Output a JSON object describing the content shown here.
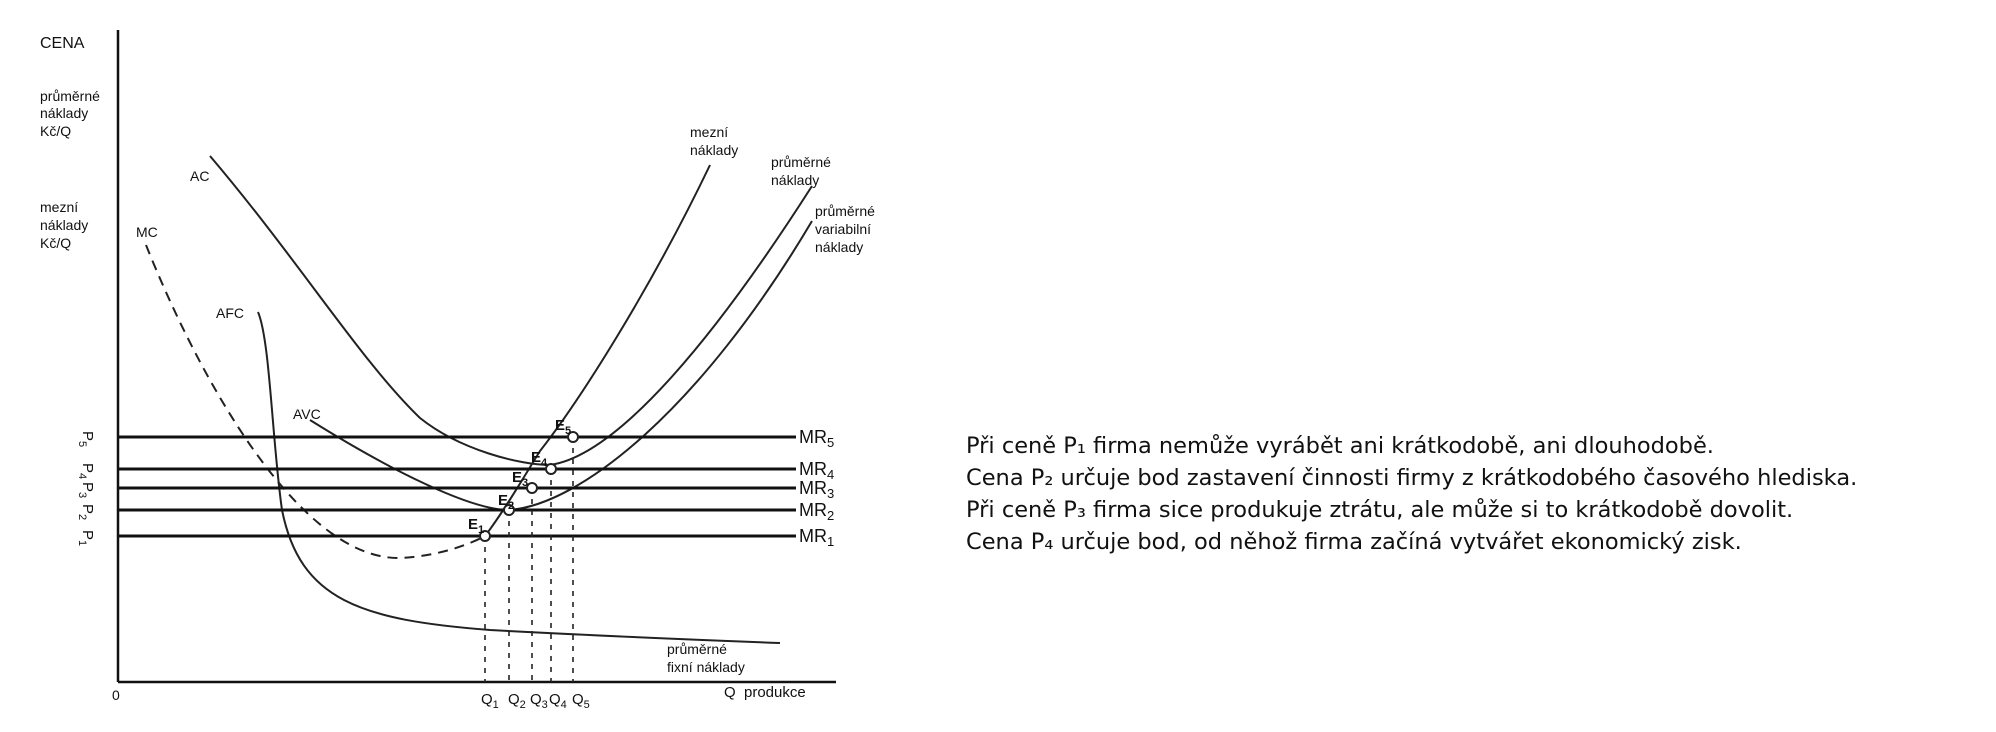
{
  "axis": {
    "y_title": "CENA",
    "y_label_avg": [
      "průměrné",
      "náklady",
      "Kč/Q"
    ],
    "y_label_marg": [
      "mezní",
      "náklady",
      "Kč/Q"
    ],
    "x_title": "Q  produkce",
    "origin": "0"
  },
  "curves": {
    "ac": "AC",
    "mc": "MC",
    "afc": "AFC",
    "avc": "AVC",
    "marginal_costs": [
      "mezní",
      "náklady"
    ],
    "average_costs": [
      "průměrné",
      "náklady"
    ],
    "average_variable_costs": [
      "průměrné",
      "variabilní",
      "náklady"
    ],
    "average_fixed_costs": [
      "průměrné",
      "fixní náklady"
    ]
  },
  "price_levels": [
    {
      "p": "P",
      "sub": "1",
      "mr": "MR",
      "mr_sub": "1",
      "point": "E",
      "point_sub": "1",
      "q": "Q",
      "q_sub": "1"
    },
    {
      "p": "P",
      "sub": "2",
      "mr": "MR",
      "mr_sub": "2",
      "point": "E",
      "point_sub": "2",
      "q": "Q",
      "q_sub": "2"
    },
    {
      "p": "P",
      "sub": "3",
      "mr": "MR",
      "mr_sub": "3",
      "point": "E",
      "point_sub": "3",
      "q": "Q",
      "q_sub": "3"
    },
    {
      "p": "P",
      "sub": "4",
      "mr": "MR",
      "mr_sub": "4",
      "point": "E",
      "point_sub": "4",
      "q": "Q",
      "q_sub": "4"
    },
    {
      "p": "P",
      "sub": "5",
      "mr": "MR",
      "mr_sub": "5",
      "point": "E",
      "point_sub": "5",
      "q": "Q",
      "q_sub": "5"
    }
  ],
  "notes": [
    "Při ceně P₁ firma nemůže vyrábět ani krátkodobě, ani dlouhodobě.",
    "Cena P₂ určuje bod zastavení činnosti firmy z krátkodobého časového hlediska.",
    "Při ceně P₃ firma sice produkuje ztrátu, ale může si to krátkodobě dovolit.",
    "Cena P₄ určuje bod, od něhož firma začíná vytvářet ekonomický zisk."
  ]
}
